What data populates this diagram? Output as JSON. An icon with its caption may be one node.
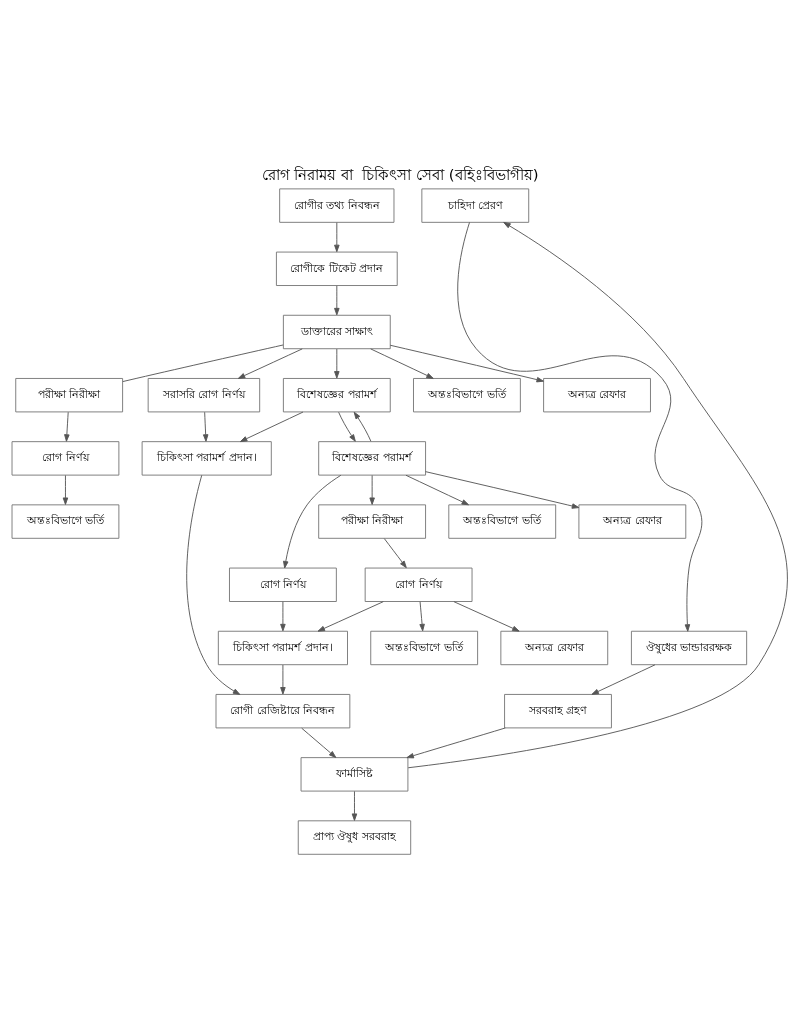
{
  "diagram": {
    "title": "রোগ নিরাময় বা  চিকিৎসা সেবা (বহিঃবিভাগীয়)",
    "nodes": [
      {
        "text": [
          "রোগীর তথ্য নিবন্ধন"
        ]
      },
      {
        "text": [
          "রোগীকে টিকেট প্রদান"
        ]
      },
      {
        "text": [
          "ডাক্তারের সাক্ষাৎ"
        ]
      },
      {
        "text": [
          "পরীক্ষা নিরীক্ষা"
        ]
      },
      {
        "text": [
          "সরাসরি রোগ নির্ণয়"
        ]
      },
      {
        "text": [
          "বিশেষজ্ঞের পরামর্শ"
        ]
      },
      {
        "text": [
          "অন্তঃবিভাগে ভর্তি"
        ]
      },
      {
        "text": [
          "অন্যত্র রেফার"
        ]
      },
      {
        "text": [
          "রোগ নির্ণয়"
        ]
      },
      {
        "text": [
          "চিকিৎসা পরামর্শ প্রদান।"
        ]
      },
      {
        "text": [
          "অন্তঃবিভাগে ভর্তি"
        ]
      },
      {
        "text": [
          "বিশেষজ্ঞের পরামর্শ"
        ]
      },
      {
        "text": [
          "ঔষুধের ভান্ডাররক্ষক"
        ]
      },
      {
        "text": [
          "চাহিদা প্রেরণ"
        ]
      },
      {
        "text": [
          "রোগ নির্ণয়"
        ]
      },
      {
        "text": [
          "পরীক্ষা নিরীক্ষা"
        ]
      },
      {
        "text": [
          "অন্তঃবিভাগে ভর্তি"
        ]
      },
      {
        "text": [
          "অন্যত্র রেফার"
        ]
      },
      {
        "text": [
          "রোগ নির্ণয়"
        ]
      },
      {
        "text": [
          "সরবরাহ গ্রহণ"
        ]
      },
      {
        "text": [
          "চিকিৎসা পরামর্শ প্রদান।"
        ]
      },
      {
        "text": [
          "অন্তঃবিভাগে ভর্তি"
        ]
      },
      {
        "text": [
          "অন্যত্র রেফার"
        ]
      },
      {
        "text": [
          "রোগী রেজিষ্টারে নিবন্ধন"
        ]
      },
      {
        "text": [
          "ফার্মাসিষ্ট"
        ]
      },
      {
        "text": [
          "প্রাপ্য ঔষুধ সরবরাহ"
        ]
      }
    ],
    "edges": [
      {
        "from": 0,
        "to": 1,
        "arrow": "to"
      },
      {
        "from": 1,
        "to": 2,
        "arrow": "to"
      },
      {
        "from": 2,
        "to": 3,
        "arrow": "none"
      },
      {
        "from": 2,
        "to": 4,
        "arrow": "to"
      },
      {
        "from": 2,
        "to": 5,
        "arrow": "to"
      },
      {
        "from": 2,
        "to": 6,
        "arrow": "to"
      },
      {
        "from": 2,
        "to": 7,
        "arrow": "to"
      },
      {
        "from": 3,
        "to": 8,
        "arrow": "to"
      },
      {
        "from": 4,
        "to": 9,
        "arrow": "to"
      },
      {
        "from": 8,
        "to": 10,
        "arrow": "to"
      },
      {
        "from": 5,
        "to": 9,
        "arrow": "to"
      },
      {
        "from": 5,
        "to": 11,
        "arrow": "to"
      },
      {
        "from": 11,
        "to": 5,
        "arrow": "to"
      },
      {
        "from": 9,
        "to": 23,
        "arrow": "to"
      },
      {
        "from": 11,
        "to": 14,
        "arrow": "to"
      },
      {
        "from": 11,
        "to": 15,
        "arrow": "to"
      },
      {
        "from": 11,
        "to": 16,
        "arrow": "to"
      },
      {
        "from": 11,
        "to": 17,
        "arrow": "to"
      },
      {
        "from": 15,
        "to": 18,
        "arrow": "to"
      },
      {
        "from": 14,
        "to": 20,
        "arrow": "to"
      },
      {
        "from": 18,
        "to": 20,
        "arrow": "to"
      },
      {
        "from": 18,
        "to": 21,
        "arrow": "to"
      },
      {
        "from": 18,
        "to": 22,
        "arrow": "to"
      },
      {
        "from": 20,
        "to": 23,
        "arrow": "to"
      },
      {
        "from": 23,
        "to": 24,
        "arrow": "to"
      },
      {
        "from": 24,
        "to": 25,
        "arrow": "to"
      },
      {
        "from": 12,
        "to": 19,
        "arrow": "to"
      },
      {
        "from": 19,
        "to": 24,
        "arrow": "to"
      },
      {
        "from": 24,
        "to": 13,
        "arrow": "to"
      },
      {
        "from": 13,
        "to": 12,
        "arrow": "to"
      }
    ]
  }
}
